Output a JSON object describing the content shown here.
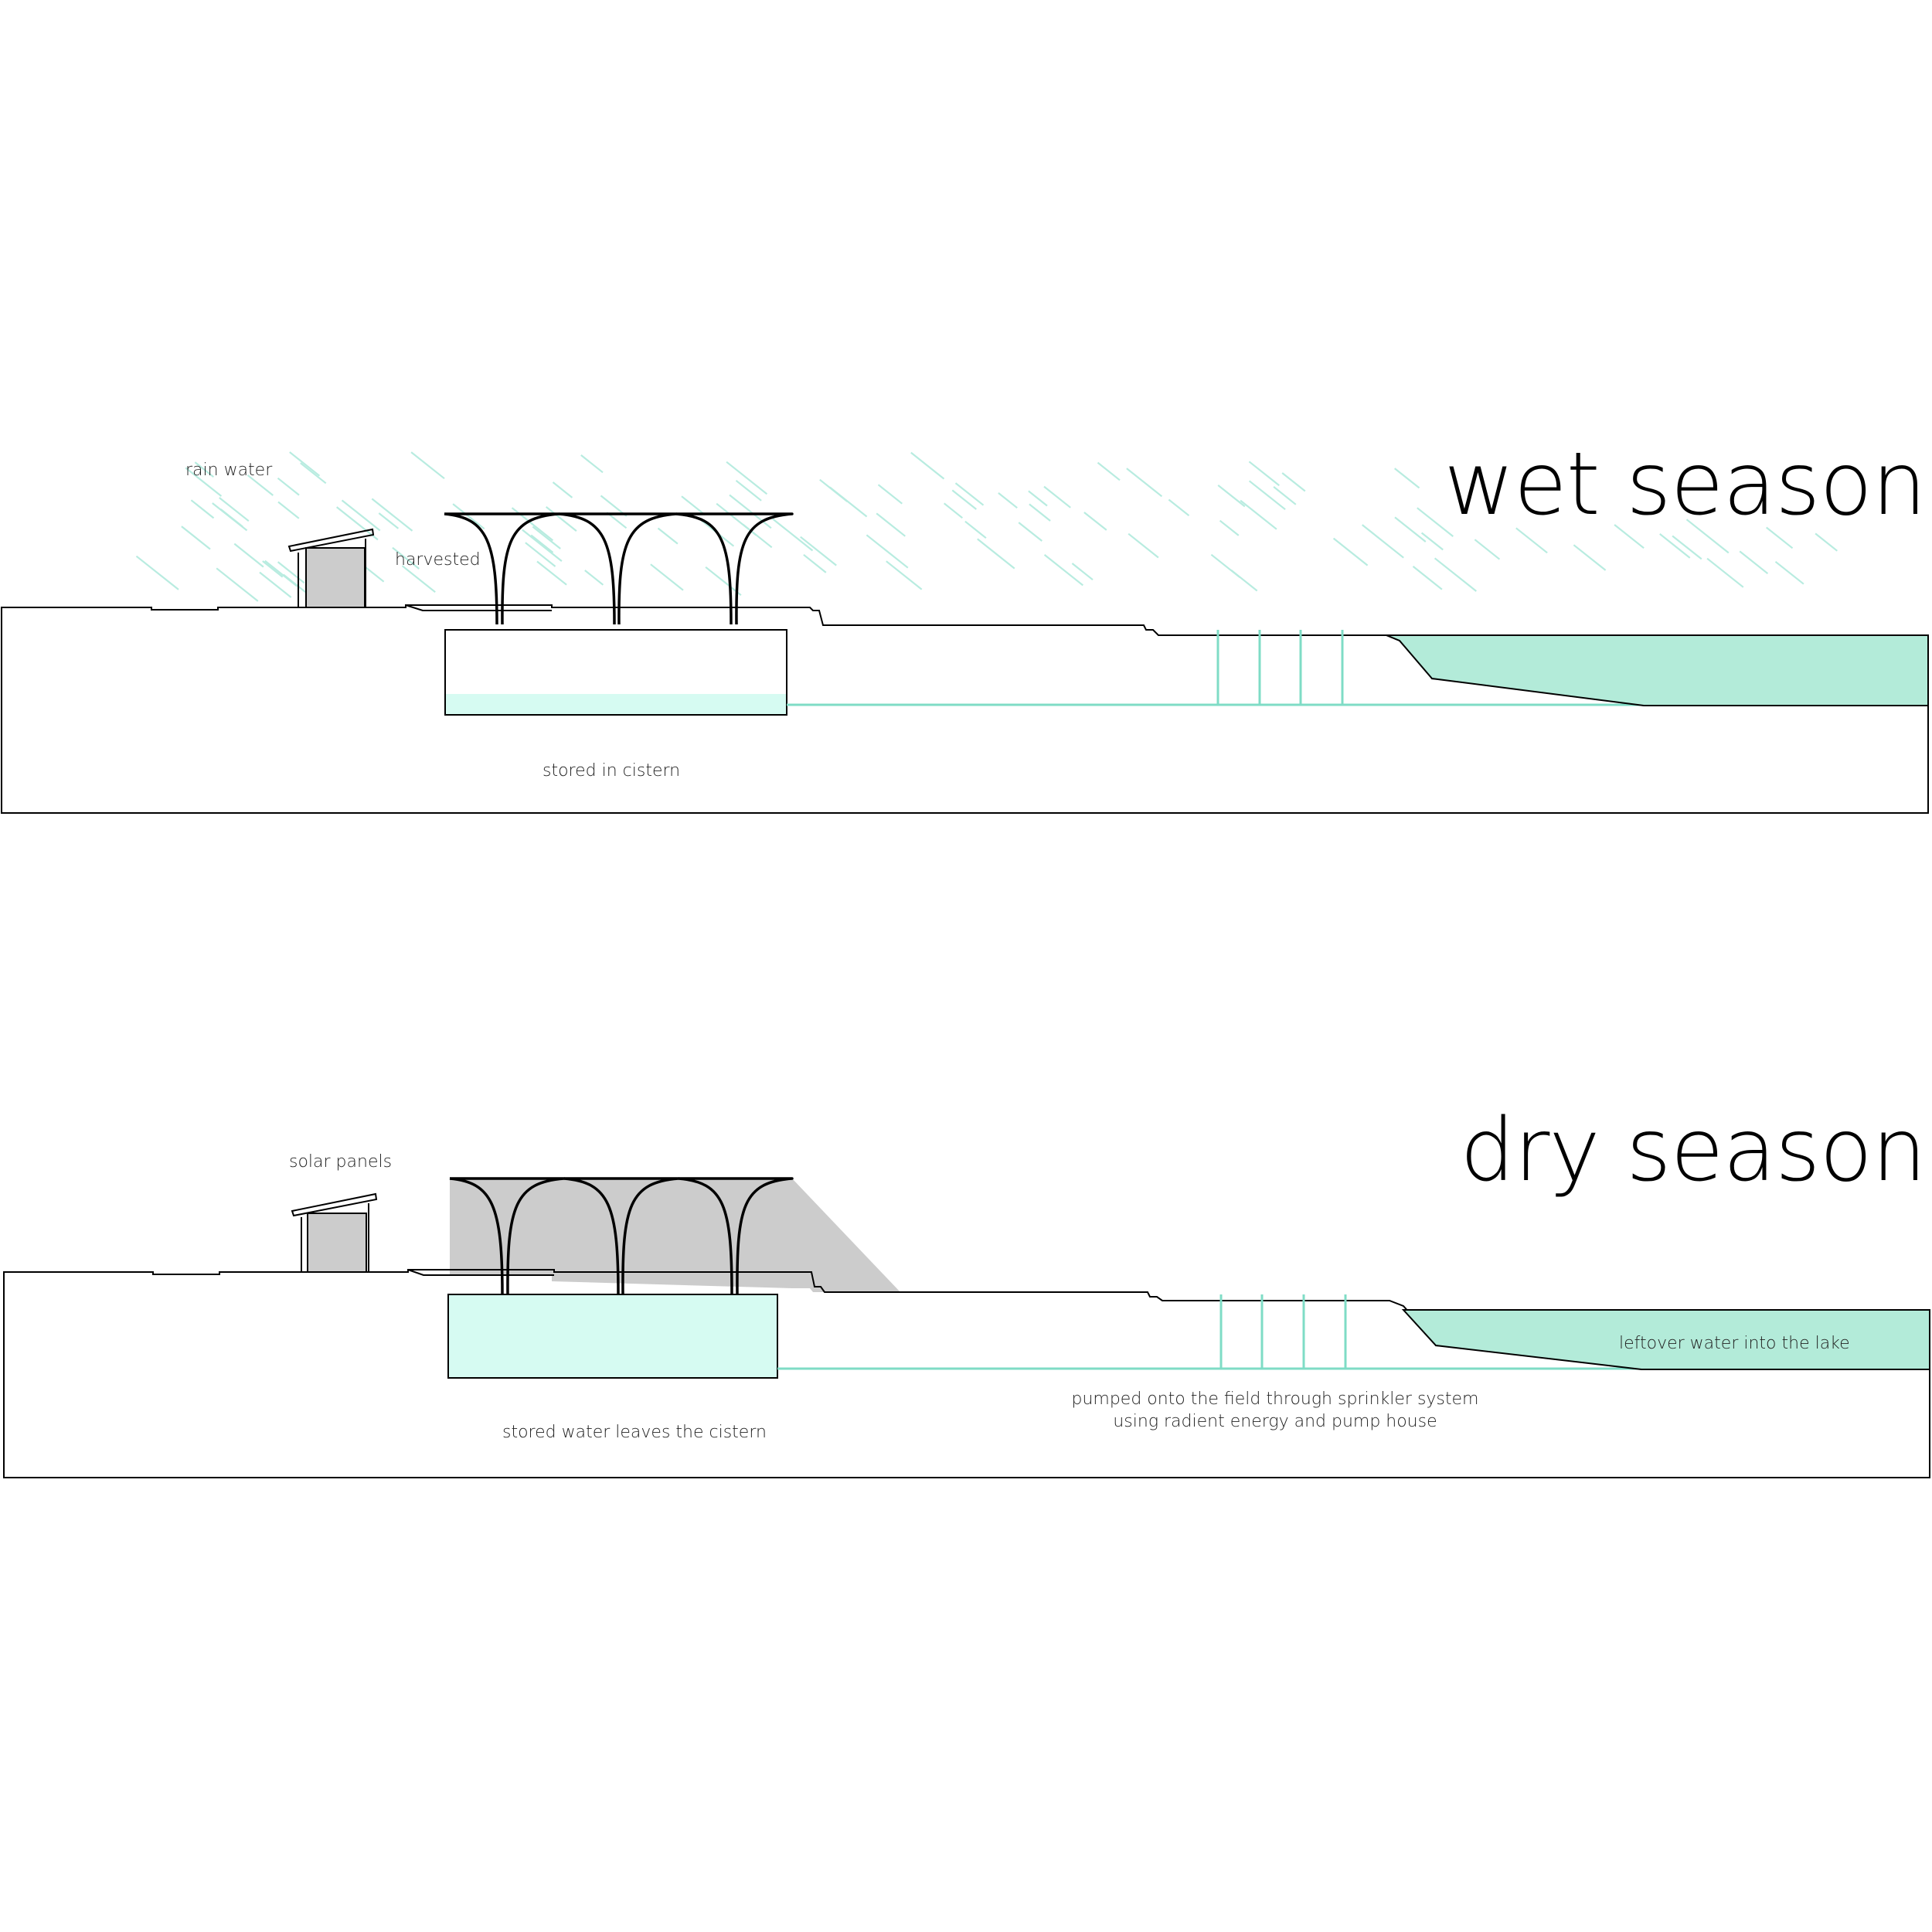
{
  "wet": {
    "title": "wet season",
    "labels": {
      "rain": "rain water",
      "harvested": "harvested",
      "cistern": "stored in cistern"
    }
  },
  "dry": {
    "title": "dry season",
    "labels": {
      "solar": "solar panels",
      "cistern": "stored water leaves the cistern",
      "pump_line1": "pumped onto the field through sprinkler system",
      "pump_line2": "using radient energy and pump house",
      "lake": "leftover water into the lake"
    }
  },
  "colors": {
    "water_light": "#d6fbf2",
    "water_lake": "#b3ebd9",
    "rain": "#b8ece0",
    "shade": "#cccccc",
    "line": "#000000"
  },
  "icons": {
    "rain": "rain-streak-icon",
    "canopy": "canopy-tree-icon",
    "solar": "solar-panel-icon"
  }
}
